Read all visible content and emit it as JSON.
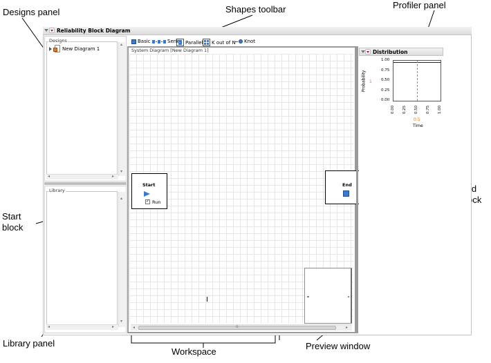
{
  "callouts": {
    "designs_panel": "Designs panel",
    "shapes_toolbar": "Shapes toolbar",
    "profiler_panel": "Profiler panel",
    "end_block": "End block",
    "start_block": "Start block",
    "library_panel": "Library panel",
    "workspace": "Workspace",
    "preview_window": "Preview window"
  },
  "app": {
    "title": "Reliability Block Diagram"
  },
  "designs": {
    "group_label": "Designs",
    "item": "New Diagram 1"
  },
  "library": {
    "group_label": "Library"
  },
  "toolbar": {
    "basic": "Basic",
    "series": "Series",
    "parallel": "Parallel",
    "k_out_of_n": "K out of N",
    "knot": "Knot"
  },
  "workspace": {
    "group_label": "System Diagram [New Diagram 1]",
    "start_label": "Start",
    "run_label": "Run",
    "run_checked": true,
    "end_label": "End",
    "cursor_text": "I"
  },
  "profiler": {
    "title": "Distribution",
    "ylabel": "Probability",
    "ycurrent": "1",
    "xlabel": "Time",
    "xcurrent": "0.5",
    "yticks": [
      "1.00",
      "0.75",
      "0.50",
      "0.25",
      "0.00"
    ],
    "xticks": [
      "0.00",
      "0.25",
      "0.50",
      "0.75",
      "1.00"
    ]
  },
  "colors": {
    "accent_red": "#c8102e",
    "block_blue": "#3a79d0",
    "profiler_orange": "#e07a2e"
  }
}
